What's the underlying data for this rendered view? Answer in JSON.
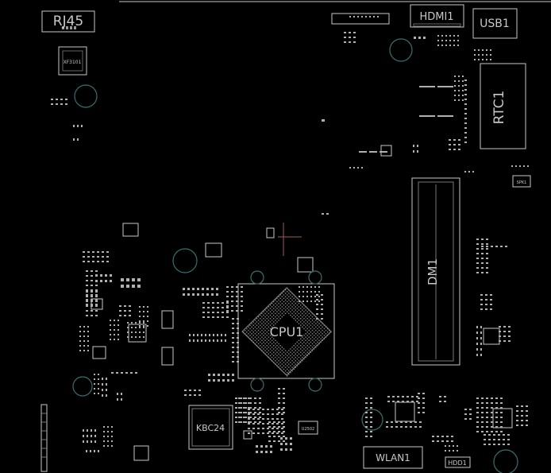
{
  "board": {
    "background": "#000000",
    "outline_color": "#c8c8c8",
    "hole_color": "#3a6f6f"
  },
  "labels": {
    "rj45": "RJ45",
    "hdmi": "HDMI1",
    "usb": "USB1",
    "rtc": "RTC1",
    "dm": "DM1",
    "cpu": "CPU1",
    "kbc": "KBC24",
    "wlan": "WLAN1",
    "hdd": "HDD1",
    "xf": "XF3101",
    "spk": "SPK1",
    "u25": "U2502"
  }
}
